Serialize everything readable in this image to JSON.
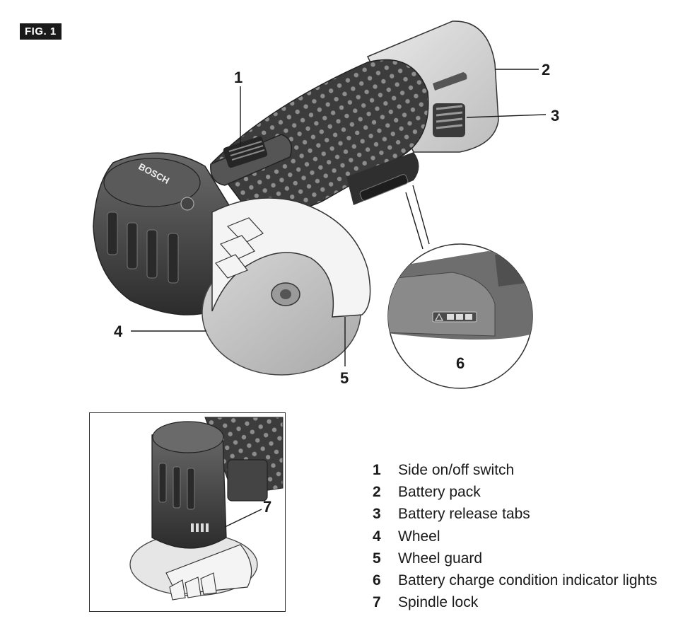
{
  "figure": {
    "label": "FIG. 1"
  },
  "brand": "BOSCH",
  "callouts": [
    "1",
    "2",
    "3",
    "4",
    "5",
    "6",
    "7"
  ],
  "legend": [
    {
      "num": "1",
      "text": "Side on/off switch"
    },
    {
      "num": "2",
      "text": "Battery pack"
    },
    {
      "num": "3",
      "text": "Battery release tabs"
    },
    {
      "num": "4",
      "text": "Wheel"
    },
    {
      "num": "5",
      "text": "Wheel guard"
    },
    {
      "num": "6",
      "text": "Battery charge condition indicator lights"
    },
    {
      "num": "7",
      "text": "Spindle lock"
    }
  ],
  "colors": {
    "body_dark": "#4a4a4a",
    "body_mid": "#6d6d6d",
    "wheel": "#c8c8c8",
    "guard": "#f2f2f2",
    "line": "#1a1a1a"
  }
}
